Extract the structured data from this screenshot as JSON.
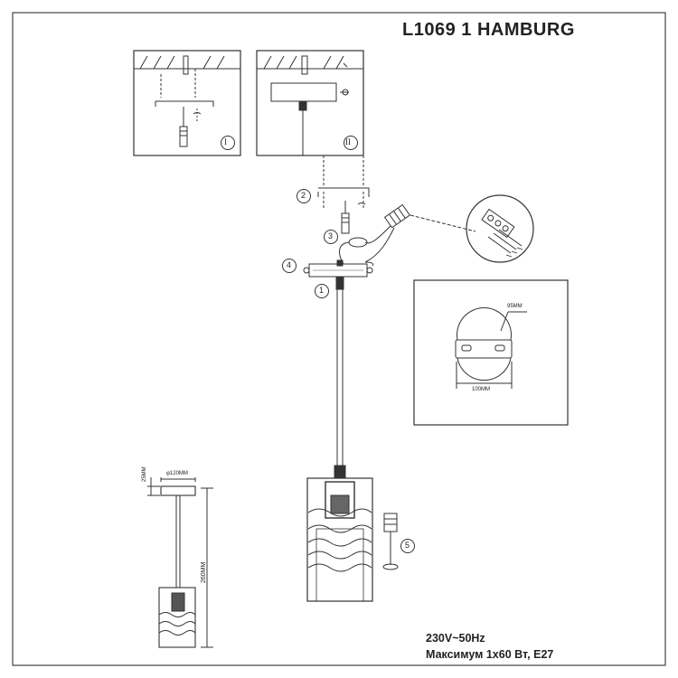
{
  "title": "L1069 1 HAMBURG",
  "steps": {
    "panel_1": "I",
    "panel_2": "II",
    "s1": "1",
    "s2": "2",
    "s3": "3",
    "s4": "4",
    "s5": "5"
  },
  "base_plate": {
    "top_dim": "95MM",
    "bottom_dim": "100MM"
  },
  "dimensions": {
    "canopy_height": "25MM",
    "canopy_diameter": "φ120MM",
    "total_height": "260MM"
  },
  "specs": {
    "voltage": "230V~50Hz",
    "max_power": "Максимум 1х60 Вт, E27"
  },
  "colors": {
    "line": "#333333",
    "frame": "#444444"
  }
}
